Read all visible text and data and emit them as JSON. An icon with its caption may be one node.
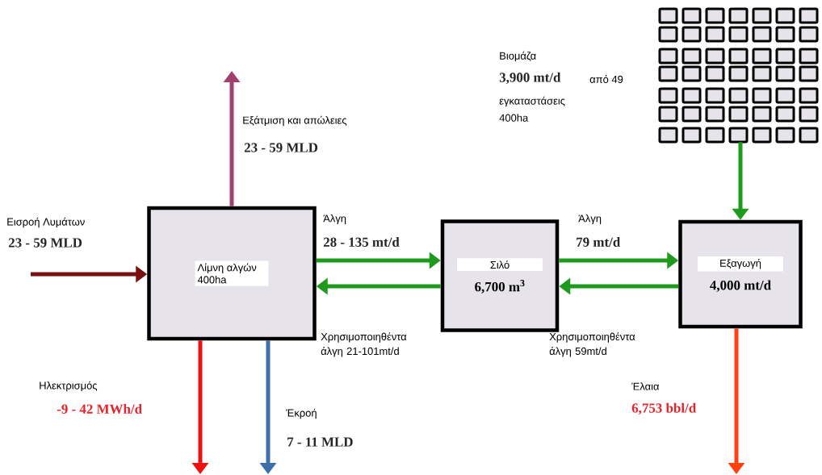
{
  "diagram": {
    "nodes": [
      {
        "text": [
          "Λίμνη αλγών 400ha"
        ]
      },
      {
        "text": [
          "Σιλό",
          "6,700 m$^{3}$"
        ]
      },
      {
        "text": [
          "Εξαγωγή",
          "4,000 mt/d"
        ]
      },
      {
        "text": [],
        "shape": "picture"
      }
    ],
    "edges": [
      {
        "from": null,
        "to": 0,
        "arrow": "to",
        "color": "#7b1010"
      },
      {
        "from": 0,
        "to": null,
        "arrow": "to",
        "color": "#a0406e"
      },
      {
        "from": 0,
        "to": 1,
        "arrow": "to"
      },
      {
        "from": 1,
        "to": 0,
        "arrow": "to"
      },
      {
        "from": 1,
        "to": 2,
        "arrow": "to"
      },
      {
        "from": 2,
        "to": 1,
        "arrow": "to"
      },
      {
        "from": 3,
        "to": 2,
        "arrow": "to"
      },
      {
        "from": 0,
        "to": null,
        "arrow": "to",
        "color": "#ee1111"
      },
      {
        "from": 0,
        "to": null,
        "arrow": "to",
        "color": "#3d6fa8"
      },
      {
        "from": 2,
        "to": null,
        "arrow": "to",
        "color": "#ff4010"
      }
    ],
    "labels": [
      "Βιομάζα",
      "3,900 mt/d",
      "από 49",
      "εγκαταστάσεις",
      "400ha",
      "Εξάτμιση και απώλειες",
      "23 - 59 MLD",
      "Εισροή Λυμάτων",
      "23 - 59 MLD",
      "Άλγη",
      "28 - 135 mt/d",
      "Άλγη",
      "79 mt/d",
      "Χρησιμοποιηθέντα άλγη 21-101mt/d",
      "Χρησιμοποιηθέντα άλγη 59mt/d",
      "Ηλεκτρισμός",
      "-9 - 42 MWh/d",
      "Έκροή",
      "7 - 11 MLD",
      "Έλαια",
      "6,753 bbl/d"
    ]
  }
}
